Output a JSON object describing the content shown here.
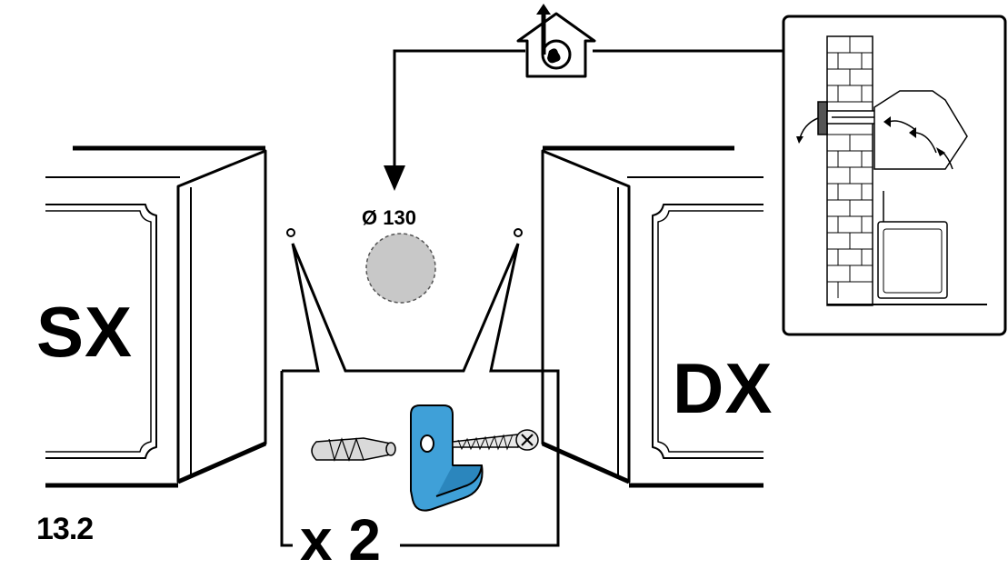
{
  "labels": {
    "left_side": "SX",
    "right_side": "DX",
    "figure_number": "13.2",
    "quantity": "x 2",
    "hole_diameter": "Ø 130"
  },
  "icons": {
    "exhaust": "house-fan-exhaust-icon",
    "wall_plug": "wall-plug-icon",
    "bracket": "mounting-bracket-icon",
    "screw": "screw-icon",
    "hole": "duct-hole-icon"
  },
  "colors": {
    "line": "#000000",
    "bracket_fill": "#3fa0d8",
    "hole_fill": "#c8c8c8",
    "plug_fill": "#d9d9d9"
  }
}
